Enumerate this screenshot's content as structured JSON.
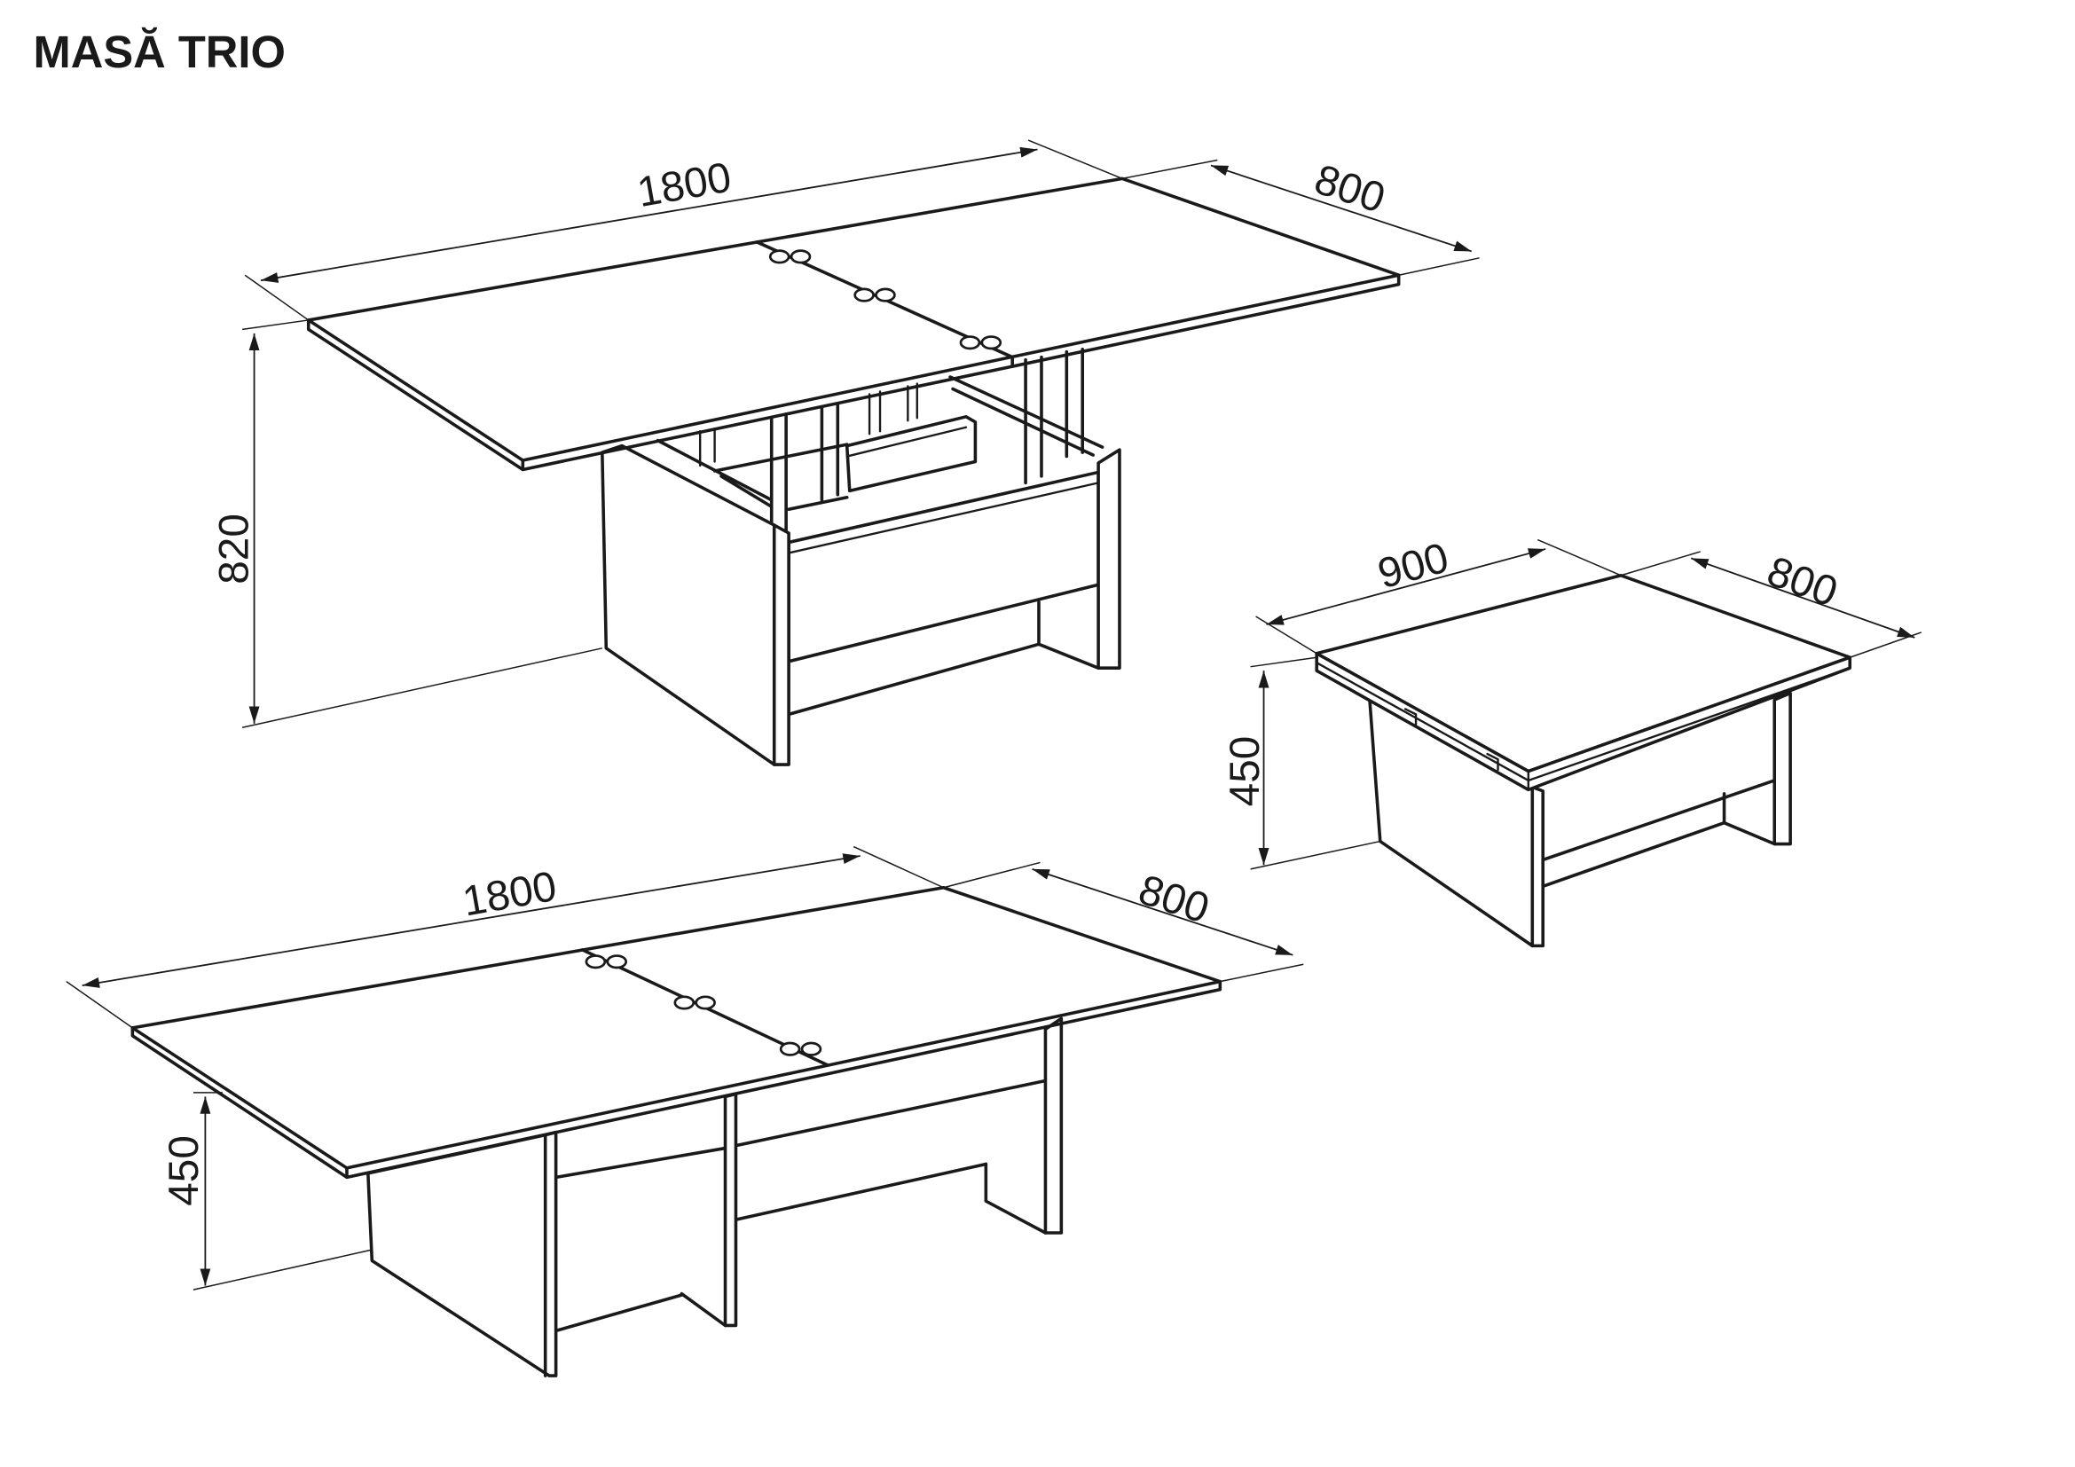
{
  "title": "MASĂ TRIO",
  "views": {
    "extended_high": {
      "length": "1800",
      "width": "800",
      "height": "820"
    },
    "compact": {
      "length": "900",
      "width": "800",
      "height": "450"
    },
    "extended_low": {
      "length": "1800",
      "width": "800",
      "height": "450"
    }
  }
}
